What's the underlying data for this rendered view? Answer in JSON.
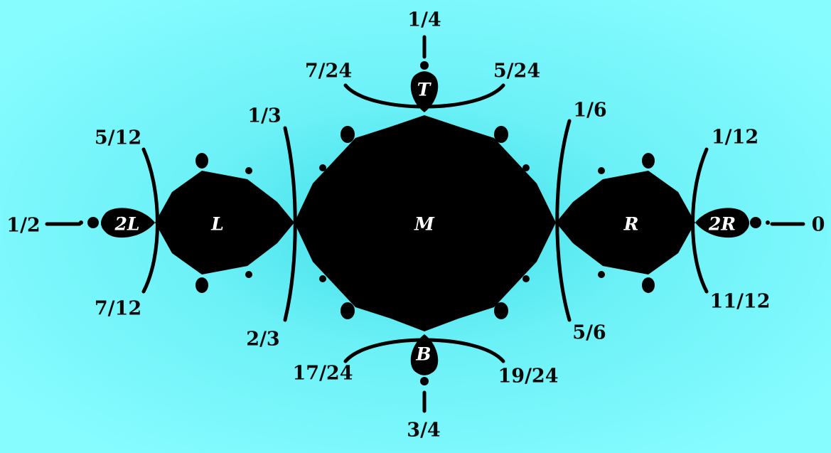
{
  "colors": {
    "background_center": "#5fe8ef",
    "background_edge": "#82fbff",
    "set_fill": "#000000",
    "line": "#000000",
    "region_text": "#ffffff"
  },
  "regions": {
    "main": "M",
    "left": "L",
    "right": "R",
    "top": "T",
    "bottom": "B",
    "left2": "2L",
    "right2": "2R"
  },
  "angles": {
    "a_1_4": "1/4",
    "a_7_24": "7/24",
    "a_5_24": "5/24",
    "a_1_3": "1/3",
    "a_1_6": "1/6",
    "a_5_12": "5/12",
    "a_1_12": "1/12",
    "a_1_2": "1/2",
    "a_0": "0",
    "a_7_12": "7/12",
    "a_11_12": "11/12",
    "a_2_3": "2/3",
    "a_5_6": "5/6",
    "a_17_24": "17/24",
    "a_19_24": "19/24",
    "a_3_4": "3/4"
  }
}
